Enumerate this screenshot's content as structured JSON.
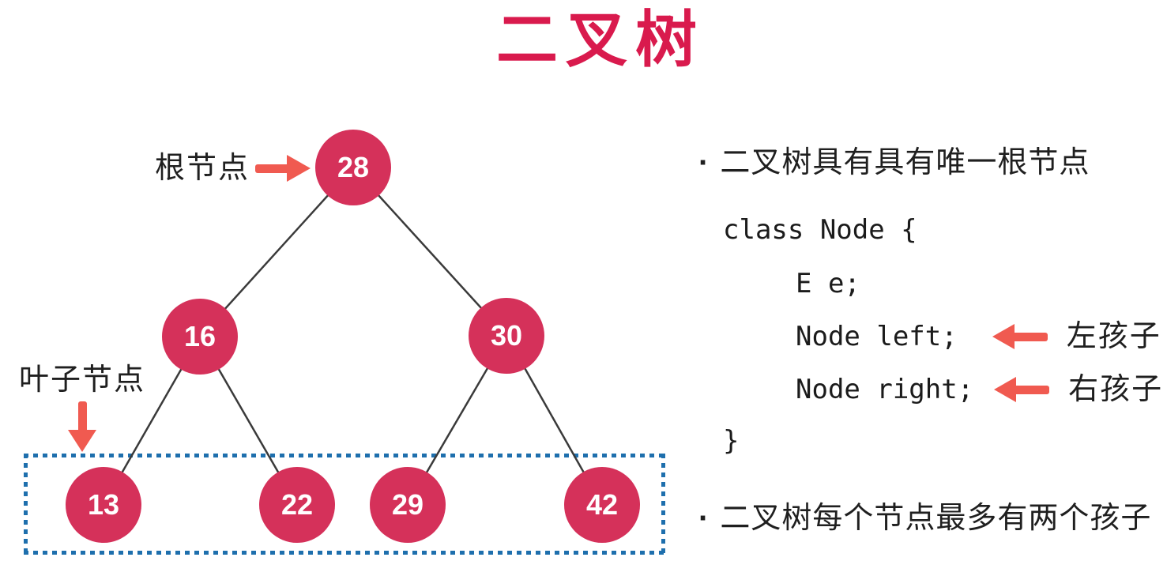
{
  "title": "二叉树",
  "colors": {
    "accent": "#d91a4d",
    "node-fill": "#d5315a",
    "arrow": "#f05a50",
    "box-border": "#1e6fad",
    "edge": "#3a3a3a",
    "text": "#1f1f1f"
  },
  "tree": {
    "root_pointer_label": "根节点",
    "leaf_pointer_label": "叶子节点",
    "nodes": {
      "n28": "28",
      "n16": "16",
      "n30": "30",
      "n13": "13",
      "n22": "22",
      "n29": "29",
      "n42": "42"
    }
  },
  "notes": {
    "marker": "·",
    "bullet_root": "二叉树具有具有唯一根节点",
    "bullet_children": "二叉树每个节点最多有两个孩子",
    "code": {
      "line1": "class Node {",
      "line2": "E e;",
      "line3": "Node left;",
      "line4": "Node right;",
      "line5": "}"
    },
    "left_child_label": "左孩子",
    "right_child_label": "右孩子"
  }
}
